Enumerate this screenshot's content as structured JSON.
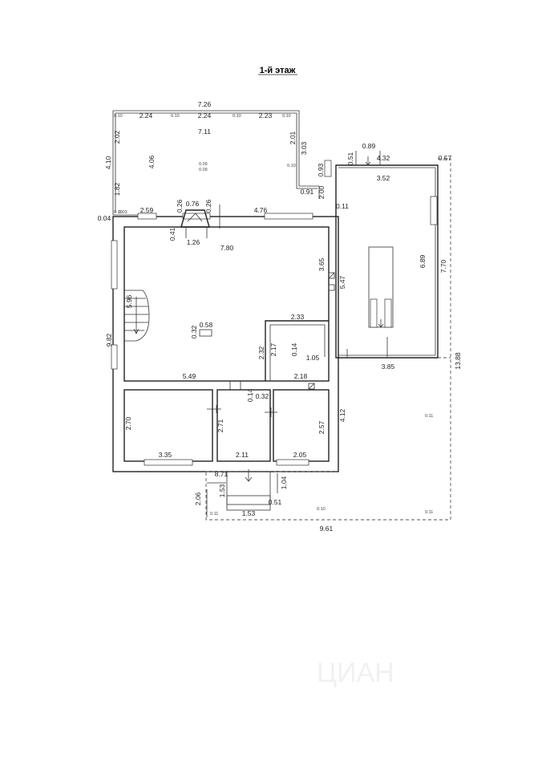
{
  "title": "1-й этаж",
  "watermark": "ЦИАН",
  "dimensions": {
    "terrace_top": "7.26",
    "terrace_area": "7.11",
    "seg_224a": "2.24",
    "seg_224b": "2.24",
    "seg_223": "2.23",
    "left_410": "4.10",
    "left_202": "2.02",
    "left_182": "1.82",
    "mid_406": "4.06",
    "right_201": "2.01",
    "d_303": "3.03",
    "d_093": "0.93",
    "d_091": "0.91",
    "d_200": "2.00",
    "d_051": "0.51",
    "d_089": "0.89",
    "d_432": "4.32",
    "d_352": "3.52",
    "d_057": "0.57",
    "d_011": "0.11",
    "d_004": "0.04",
    "d_259": "2.59",
    "d_026a": "0.26",
    "d_076": "0.76",
    "d_026b": "0.26",
    "d_476": "4.76",
    "d_041": "0.41",
    "d_126": "1.26",
    "d_780": "7.80",
    "d_365": "3.65",
    "d_547": "5.47",
    "d_689": "6.89",
    "d_770": "7.70",
    "d_596": "5.96",
    "d_982": "9.82",
    "d_032a": "0.32",
    "d_058": "0.58",
    "d_233": "2.33",
    "d_232": "2.32",
    "d_217": "2.17",
    "d_014a": "0.14",
    "d_105": "1.05",
    "d_385": "3.85",
    "d_1388": "13.88",
    "d_549": "5.49",
    "d_218": "2.18",
    "d_014b": "0.14",
    "d_032b": "0.32",
    "d_412": "4.12",
    "d_270": "2.70",
    "d_271": "2.71",
    "d_257": "2.57",
    "d_335": "3.35",
    "d_211": "2.11",
    "d_205": "2.05",
    "d_871": "8.71",
    "d_153a": "1.53",
    "d_104": "1.04",
    "d_206": "2.06",
    "d_051b": "0.51",
    "d_153b": "1.53",
    "d_961": "9.61"
  },
  "marks": {
    "m010": "0.10",
    "m009": "0.09",
    "m011": "0.11",
    "m003": "0.03"
  }
}
